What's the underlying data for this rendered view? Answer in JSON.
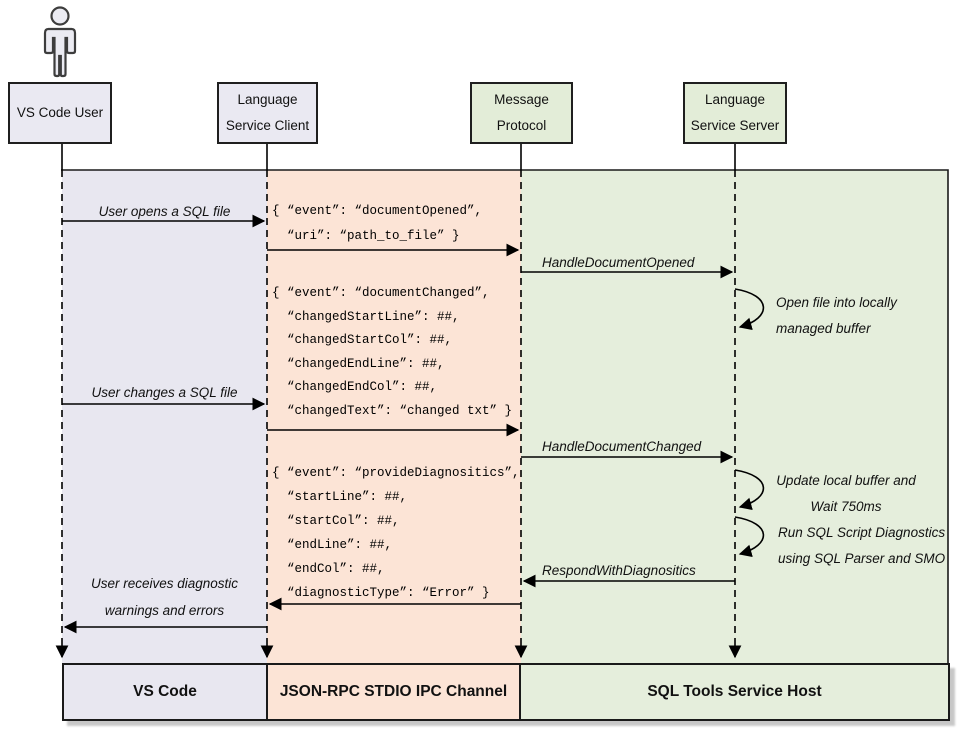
{
  "colors": {
    "lavender": "#e8e7f0",
    "lavender-box": "#eae9f2",
    "peach": "#fce4d6",
    "green": "#e5eedc",
    "green-box": "#e3edd8"
  },
  "actors": [
    {
      "lines": [
        "VS Code User"
      ]
    },
    {
      "lines": [
        "Language",
        "Service Client"
      ]
    },
    {
      "lines": [
        "Message",
        "Protocol"
      ]
    },
    {
      "lines": [
        "Language",
        "Service Server"
      ]
    }
  ],
  "messages": {
    "user_opens": "User opens a SQL file",
    "user_changes": "User changes a SQL file",
    "user_receives": [
      "User receives diagnostic",
      "warnings and errors"
    ],
    "handle_document_opened": "HandleDocumentOpened",
    "handle_document_changed": "HandleDocumentChanged",
    "respond_with_diagnostics": "RespondWithDiagnositics"
  },
  "payloads": {
    "document_opened": [
      "{ “event”: “documentOpened”,",
      "  “uri”: “path_to_file” }"
    ],
    "document_changed": [
      "{ “event”: “documentChanged”,",
      "  “changedStartLine”: ##,",
      "  “changedStartCol”: ##,",
      "  “changedEndLine”: ##,",
      "  “changedEndCol”: ##,",
      "  “changedText”: “changed txt” }"
    ],
    "provide_diagnostics": [
      "{ “event”: “provideDiagnositics”,",
      "  “startLine”: ##,",
      "  “startCol”: ##,",
      "  “endLine”: ##,",
      "  “endCol”: ##,",
      "  “diagnosticType”: “Error” }"
    ]
  },
  "notes": {
    "open_file": [
      "Open file into locally",
      "managed buffer"
    ],
    "update_buffer": [
      "Update local buffer and",
      "Wait 750ms"
    ],
    "run_diagnostics": [
      "Run SQL Script Diagnostics",
      "using SQL Parser and SMO"
    ]
  },
  "footers": [
    "VS Code",
    "JSON-RPC STDIO IPC Channel",
    "SQL Tools Service Host"
  ]
}
